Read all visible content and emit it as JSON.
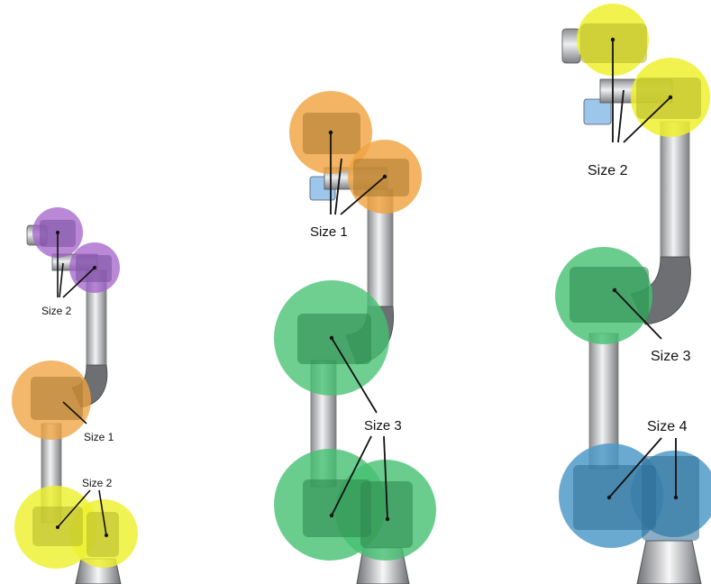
{
  "robots": [
    {
      "labels": [
        "Size 2",
        "Size 1",
        "Size 2"
      ]
    },
    {
      "labels": [
        "Size 1",
        "Size 3"
      ]
    },
    {
      "labels": [
        "Size 2",
        "Size 3",
        "Size 4"
      ]
    }
  ],
  "colors": {
    "size1": "#f0a441",
    "size2_purple": "#a162c9",
    "size2_yellow": "#eef02e",
    "size3": "#45c172",
    "size4": "#4a97c6",
    "link_metal": "#bfc1c4"
  }
}
